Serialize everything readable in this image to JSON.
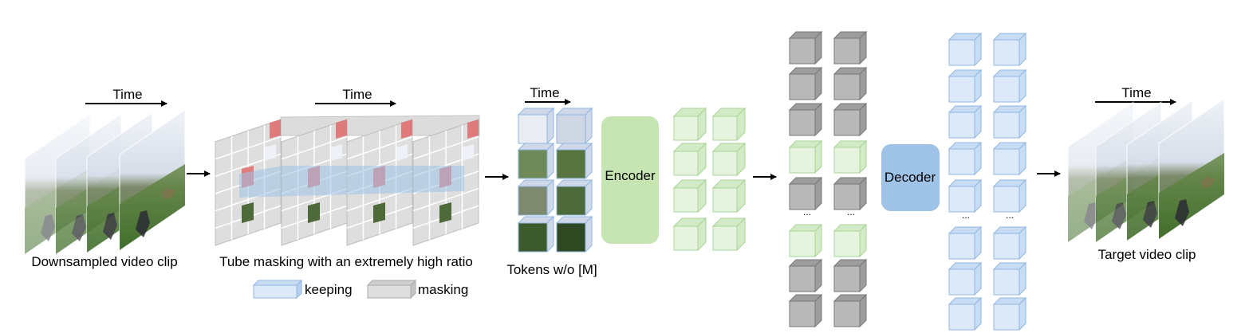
{
  "time_label": "Time",
  "labels": {
    "downsampled": "Downsampled video clip",
    "tube_masking": "Tube masking with an extremely high ratio",
    "tokens": "Tokens w/o [M]",
    "target": "Target video clip"
  },
  "modules": {
    "encoder": "Encoder",
    "decoder": "Decoder"
  },
  "legend": {
    "keeping": "keeping",
    "masking": "masking"
  },
  "ellipsis": "...",
  "colors": {
    "encoder_fill": "#c6e5b3",
    "decoder_fill": "#9fc3e6",
    "green_cube_front": "#e6f3de",
    "green_cube_side": "#d3eac6",
    "green_cube_edge": "#a9d596",
    "blue_cube_front": "#dce9f8",
    "blue_cube_side": "#c8dcf3",
    "blue_cube_edge": "#8fb7e2",
    "gray_cube_front": "#b8b8b8",
    "gray_cube_side": "#9d9d9d",
    "gray_cube_edge": "#777777",
    "mask_grid": "#dedede",
    "mask_red": "#e06a6a",
    "keep_band": "#9fc3e6"
  }
}
